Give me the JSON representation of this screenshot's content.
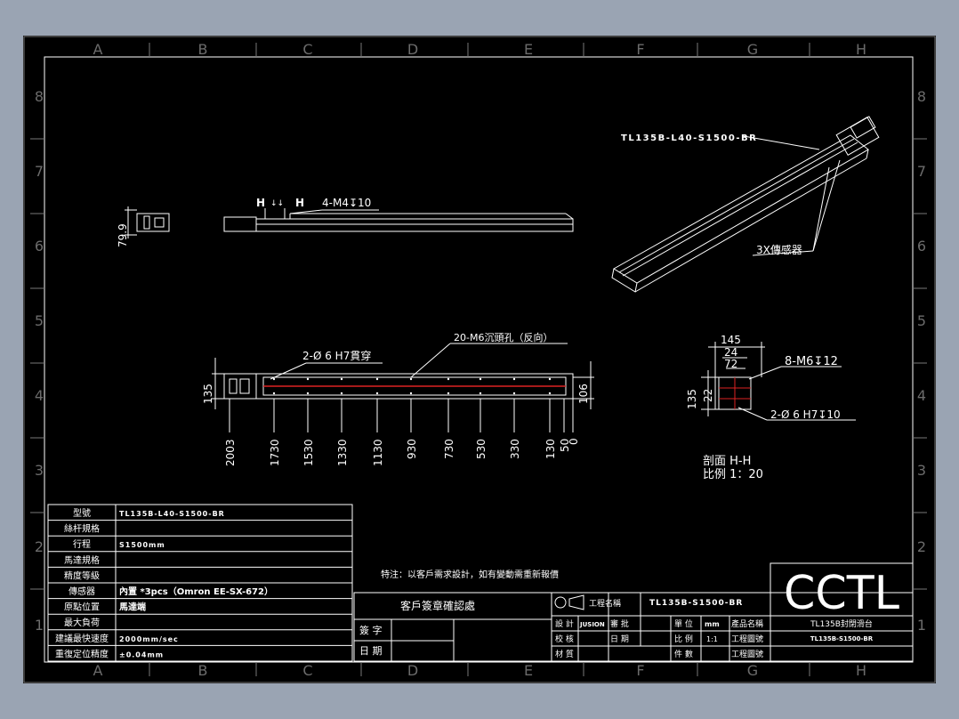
{
  "frame": {
    "columns": [
      "A",
      "B",
      "C",
      "D",
      "E",
      "F",
      "G",
      "H"
    ],
    "rows": [
      "8",
      "7",
      "6",
      "5",
      "4",
      "3",
      "2",
      "1"
    ]
  },
  "iso_view": {
    "model_label": "TL135B-L40-S1500-BR",
    "sensor_label": "3X傳感器"
  },
  "side_view": {
    "height_dim": "79.9",
    "h_marks": [
      "H",
      "H"
    ],
    "screw_note": "4-M4↧10"
  },
  "top_view": {
    "hole_note": "2-Ø 6  H7貫穿",
    "counterbore_note": "20-M6沉頭孔（反向）",
    "left_dim": "135",
    "right_dim": "106",
    "positions": [
      "2003",
      "1730",
      "1530",
      "1330",
      "1130",
      "930",
      "730",
      "530",
      "330",
      "130",
      "50",
      "0"
    ]
  },
  "section_view": {
    "dim_145": "145",
    "dim_24": "24",
    "dim_72": "72",
    "dim_135": "135",
    "dim_22": "22",
    "thread_note": "8-M6↧12",
    "pin_note": "2-Ø 6  H7↧10",
    "title": "剖面  H-H",
    "scale": "比例  1：20"
  },
  "spec_table": {
    "rows": [
      {
        "label": "型號",
        "value": "TL135B-L40-S1500-BR"
      },
      {
        "label": "絲杆規格",
        "value": ""
      },
      {
        "label": "行程",
        "value": "S1500mm"
      },
      {
        "label": "馬達規格",
        "value": ""
      },
      {
        "label": "精度等級",
        "value": ""
      },
      {
        "label": "傳感器",
        "value": "內置 *3pcs（Omron EE-SX-672）"
      },
      {
        "label": "原點位置",
        "value": "馬達端"
      },
      {
        "label": "最大負荷",
        "value": ""
      },
      {
        "label": "建議最快速度",
        "value": "2000mm/sec"
      },
      {
        "label": "重復定位精度",
        "value": "±0.04mm"
      }
    ]
  },
  "note": "特注：以客戶需求設計，如有變動需重新報價",
  "approval": {
    "title": "客戶簽章確認處",
    "sign_label": "簽 字",
    "date_label": "日 期"
  },
  "title_block": {
    "logo": "CCTL",
    "project_label": "工程名稱",
    "project_name": "TL135B-S1500-BR",
    "design_label": "設 計",
    "designer": "JUSION",
    "review_label": "審 批",
    "check_label": "校 核",
    "date_label": "日 期",
    "material_label": "材 質",
    "unit_label": "單 位",
    "unit_value": "mm",
    "scale_label": "比 例",
    "scale_value": "1:1",
    "count_label": "件 數",
    "product_label": "產品名稱",
    "product_name": "TL135B封閉滑台",
    "drawing_no_label": "工程圖號",
    "drawing_no": "TL135B-S1500-BR",
    "drawing_no_label2": "工程圖號"
  }
}
